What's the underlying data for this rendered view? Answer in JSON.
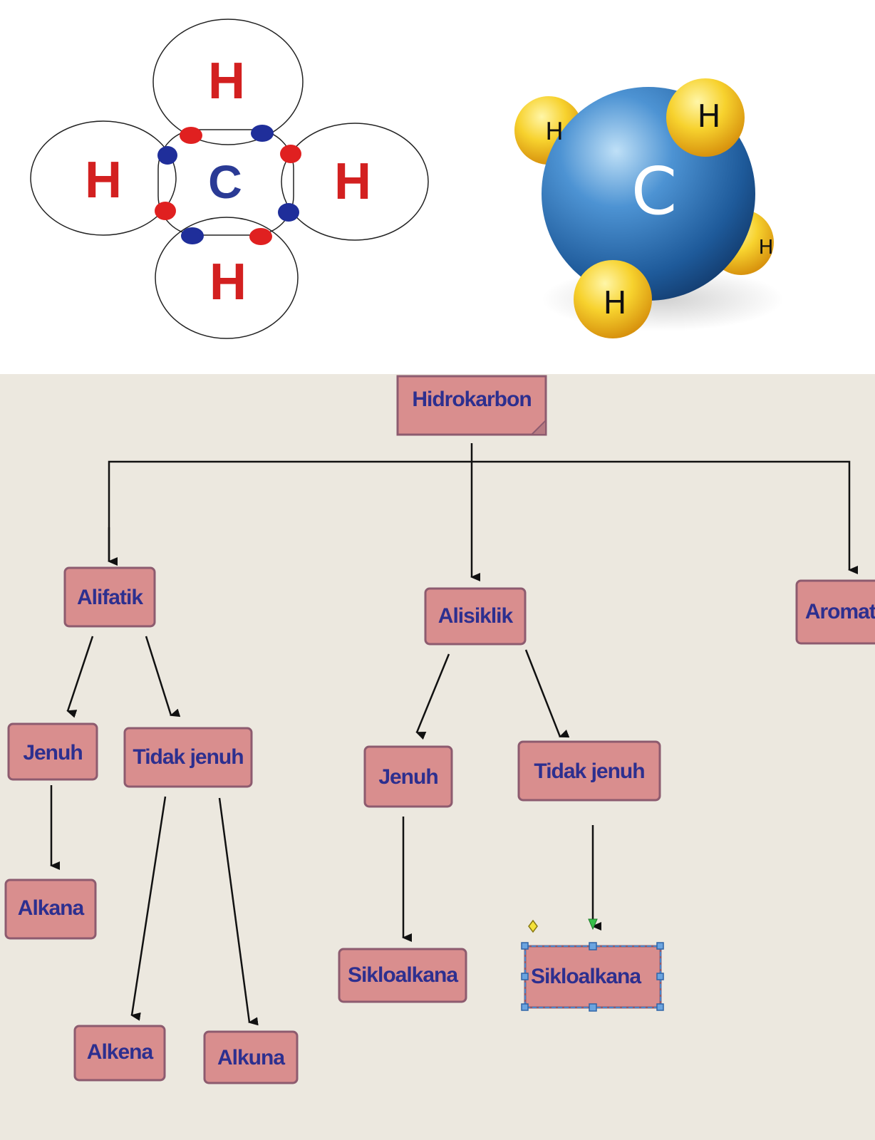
{
  "lewis_diagram": {
    "center": "C",
    "top": "H",
    "left": "H",
    "right": "H",
    "bottom": "H",
    "colors": {
      "hydrogen": "#d32020",
      "carbon": "#2a3a95",
      "electron_red": "#e02020",
      "electron_blue": "#1f2e9a"
    }
  },
  "model_3d": {
    "center": "C",
    "h1": "H",
    "h2": "H",
    "h3": "H",
    "h4": "H",
    "colors": {
      "carbon": "#3b7fc6",
      "hydrogen": "#f3cb2c"
    }
  },
  "tree": {
    "root": "Hidrokarbon",
    "alifatik": "Alifatik",
    "alisiklik": "Alisiklik",
    "aromatik": "Aromati",
    "alif_jenuh": "Jenuh",
    "alif_tidak_jenuh": "Tidak jenuh",
    "alkana": "Alkana",
    "alkena": "Alkena",
    "alkuna": "Alkuna",
    "alis_jenuh": "Jenuh",
    "alis_tidak_jenuh": "Tidak jenuh",
    "sikloalkana_1": "Sikloalkana",
    "sikloalkana_2": "Sikloalkana",
    "colors": {
      "box_fill": "#d98e8e",
      "box_border": "#8d5b6f",
      "text": "#2d2f8f",
      "background": "#ece8df"
    }
  }
}
